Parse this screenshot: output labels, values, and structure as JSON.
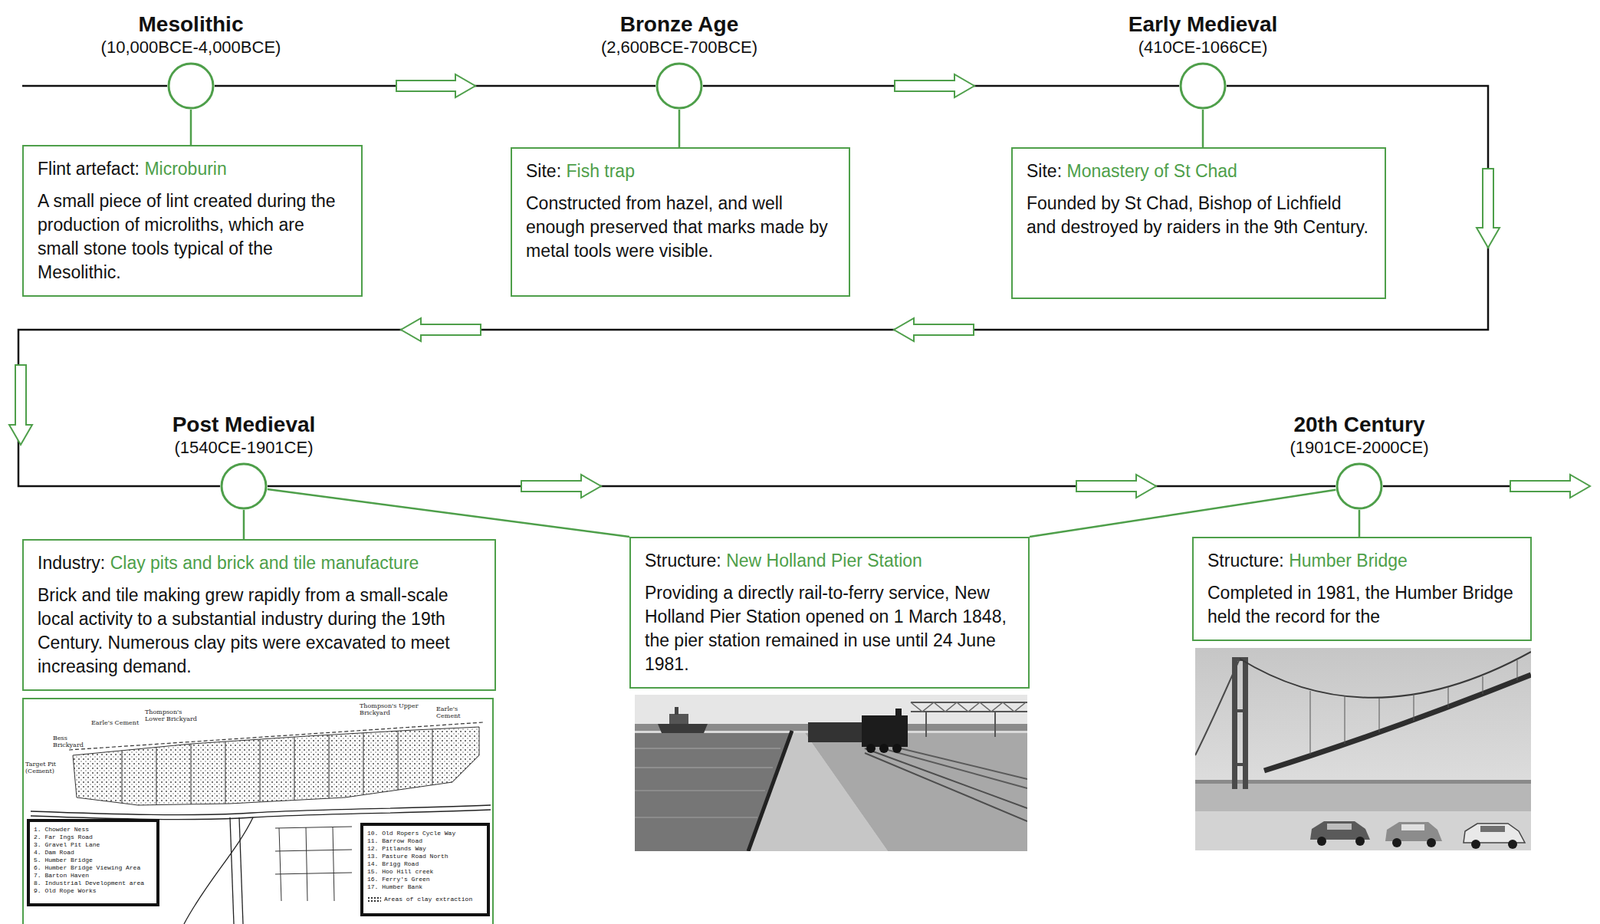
{
  "diagram": {
    "nodes": [
      {
        "text": [
          "Mesolithic",
          "(10,000BCE-4,000BCE)"
        ]
      },
      {
        "text": [
          "Flint artefact:",
          "Microburin",
          "A small piece of lint created during the production of microliths, which are small stone tools typical of the Mesolithic."
        ]
      },
      {
        "text": [
          "Bronze Age",
          "(2,600BCE-700BCE)"
        ]
      },
      {
        "text": [
          "Site:",
          "Fish trap",
          "Constructed from hazel, and well enough preserved that marks made by metal tools were visible."
        ]
      },
      {
        "text": [
          "Early Medieval",
          "(410CE-1066CE)"
        ]
      },
      {
        "text": [
          "Site:",
          "Monastery of St Chad",
          "Founded by St Chad, Bishop of Lichfield and destroyed by raiders in the 9th Century."
        ]
      },
      {
        "text": [
          "Post Medieval",
          "(1540CE-1901CE)"
        ]
      },
      {
        "text": [
          "Industry:",
          "Clay pits and brick and tile manufacture",
          "Brick and tile making grew rapidly from a small-scale local activity to a substantial industry during the 19th Century. Numerous clay pits were excavated to meet increasing demand."
        ]
      },
      {
        "text": [
          "Structure:",
          "New Holland Pier Station",
          "Providing a directly rail-to-ferry service, New Holland Pier Station opened on 1 March 1848, the pier station remained in use until 24 June 1981."
        ]
      },
      {
        "text": [
          "20th Century",
          "(1901CE-2000CE)"
        ]
      },
      {
        "text": [
          "Structure:",
          "Humber Bridge",
          "Completed in 1981, the Humber Bridge held the record for the"
        ]
      }
    ],
    "edges": [
      {
        "from": 0,
        "to": 2,
        "arrow": "none"
      },
      {
        "from": 2,
        "to": 4,
        "arrow": "none"
      },
      {
        "from": 4,
        "to": 6,
        "arrow": "none"
      },
      {
        "from": 6,
        "to": 9,
        "arrow": "none"
      },
      {
        "from": 0,
        "to": 1,
        "arrow": "none"
      },
      {
        "from": 2,
        "to": 3,
        "arrow": "none"
      },
      {
        "from": 4,
        "to": 5,
        "arrow": "none"
      },
      {
        "from": 6,
        "to": 7,
        "arrow": "none"
      },
      {
        "from": 6,
        "to": 8,
        "arrow": "none"
      },
      {
        "from": 9,
        "to": 8,
        "arrow": "none"
      },
      {
        "from": 9,
        "to": 10,
        "arrow": "none"
      }
    ],
    "labels": [
      "Target Pit (Cement)",
      "Bess Brickyard",
      "Earle's Cement",
      "Thompson's Lower Brickyard",
      "Thompson's Upper Brickyard",
      "Earle's Cement",
      "1. Chowder Ness",
      "2. Far Ings Road",
      "3. Gravel Pit Lane",
      "4. Dam Road",
      "5. Humber Bridge",
      "6. Humber Bridge Viewing Area",
      "7. Barton Haven",
      "8. Industrial Development area",
      "9. Old Rope Works",
      "10. Old Ropers Cycle Way",
      "11. Barrow Road",
      "12. Pitlands Way",
      "13. Pasture Road North",
      "14. Brigg Road",
      "15. Hoo Hill creek",
      "16. Ferry's Green",
      "17. Humber Bank"
    ],
    "legend": [
      {
        "text": "Areas of clay extraction"
      }
    ]
  }
}
